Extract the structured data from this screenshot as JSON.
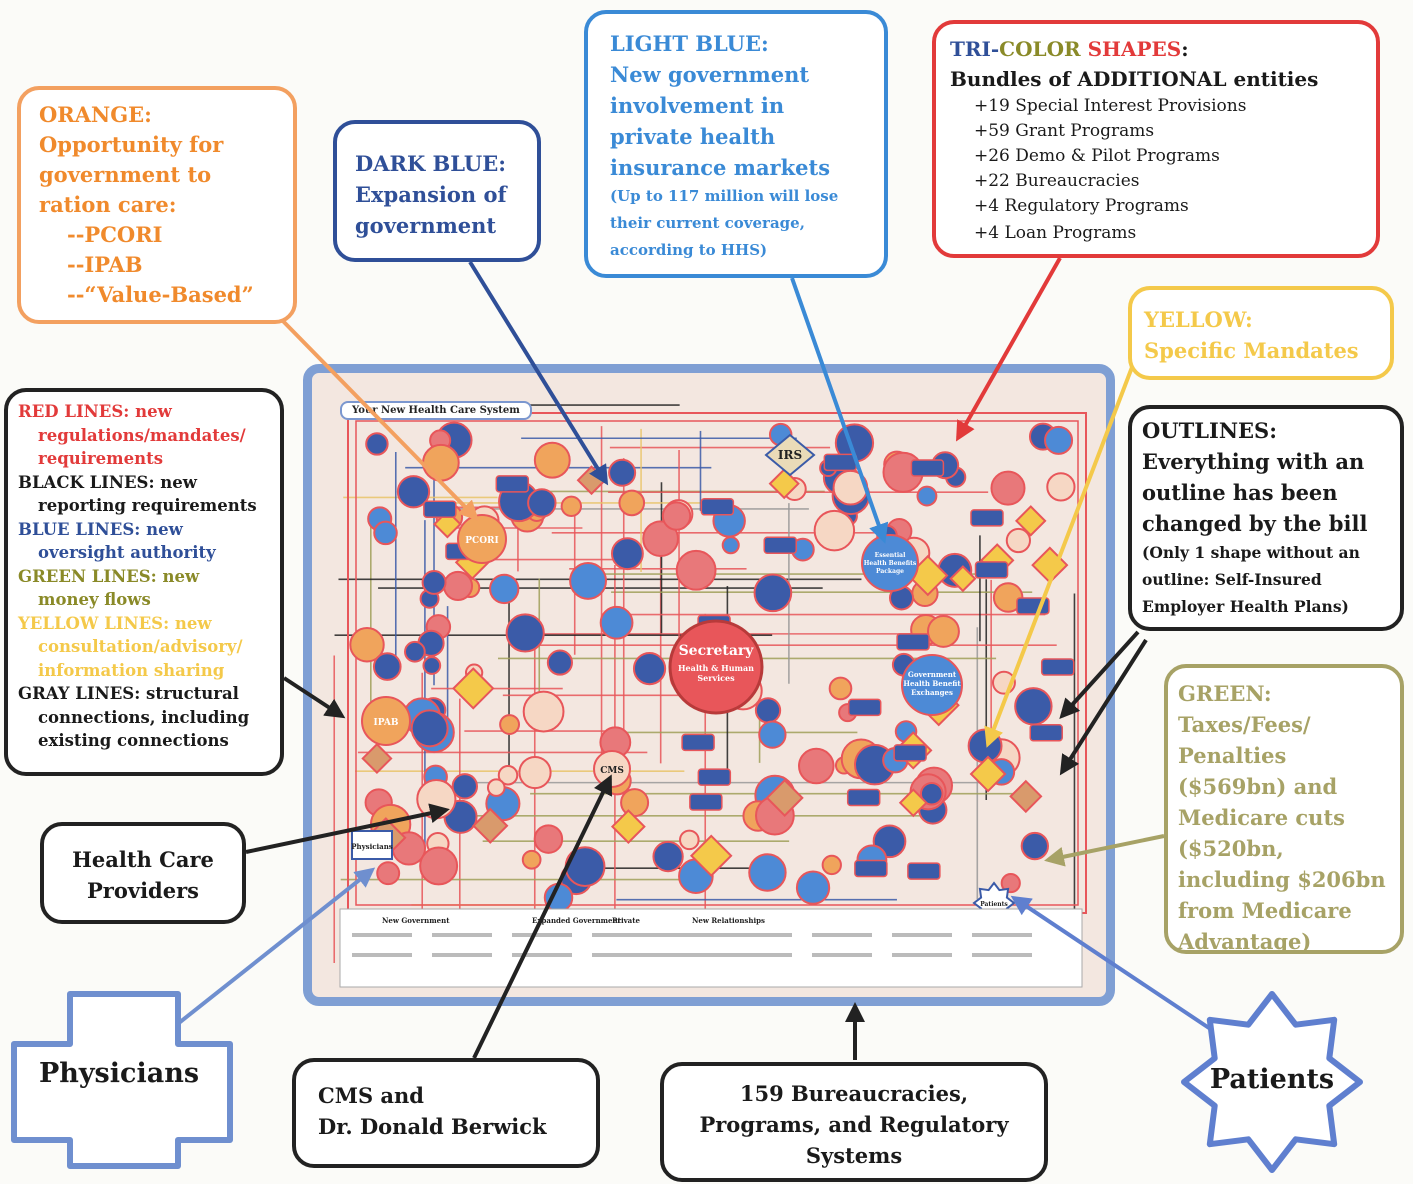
{
  "orange_box": {
    "heading": "ORANGE:",
    "lines": [
      "Opportunity for",
      "government to",
      "ration care:",
      "--PCORI",
      "--IPAB",
      "--“Value-Based”"
    ],
    "color": "#f08a2c"
  },
  "dark_blue_box": {
    "heading": "DARK BLUE:",
    "lines": [
      "Expansion of",
      "government"
    ],
    "color": "#2f4f98"
  },
  "light_blue_box": {
    "heading": "LIGHT BLUE:",
    "lines": [
      "New government",
      "involvement in",
      "private health",
      "insurance markets"
    ],
    "note_lines": [
      "(Up to 117 million will lose",
      "their current coverage,",
      "according to HHS)"
    ],
    "color": "#3a8ad6"
  },
  "tri_color_box": {
    "heading_parts": [
      "TRI-",
      "COLOR ",
      "SHAPES",
      ":"
    ],
    "subheading": "Bundles of ADDITIONAL entities",
    "items": [
      "+19 Special Interest Provisions",
      "+59 Grant Programs",
      "+26 Demo & Pilot Programs",
      "+22 Bureaucracies",
      "+4 Regulatory Programs",
      "+4 Loan Programs"
    ],
    "color": "#e23a3a"
  },
  "yellow_box": {
    "heading": "YELLOW:",
    "lines": [
      "Specific Mandates"
    ],
    "color": "#f4c94a"
  },
  "outlines_box": {
    "heading": "OUTLINES:",
    "lines": [
      "Everything with an",
      "outline has been",
      "changed by the bill"
    ],
    "note_lines": [
      "(Only 1 shape without an",
      "outline: Self-Insured",
      "Employer Health Plans)"
    ]
  },
  "lines_legend": {
    "red": [
      "RED LINES: new",
      "regulations/mandates/",
      "requirements"
    ],
    "black": [
      "BLACK LINES: new",
      "reporting requirements"
    ],
    "blue": [
      "BLUE LINES: new",
      "oversight authority"
    ],
    "green": [
      "GREEN LINES: new",
      "money flows"
    ],
    "yellow": [
      "YELLOW LINES: new",
      "consultation/advisory/",
      "information sharing"
    ],
    "gray": [
      "GRAY LINES: structural",
      "connections, including",
      "existing connections"
    ]
  },
  "green_box": {
    "heading": "GREEN:",
    "lines": [
      "Taxes/Fees/",
      "Penalties",
      "($569bn) and",
      "Medicare cuts",
      "($520bn,",
      "including $206bn",
      "from Medicare",
      "Advantage)"
    ],
    "color": "#a7a266"
  },
  "providers_box": {
    "lines": [
      "Health Care",
      "Providers"
    ]
  },
  "physicians_label": "Physicians",
  "cms_box": {
    "lines": [
      "CMS and",
      "Dr. Donald Berwick"
    ]
  },
  "bureaucracies_box": {
    "lines": [
      "159 Bureaucracies,",
      "Programs, and Regulatory",
      "Systems"
    ]
  },
  "patients_label": "Patients",
  "chart": {
    "title": "Your New Health Care System",
    "center_node": [
      "Secretary",
      "Health & Human",
      "Services"
    ],
    "irs": "IRS",
    "pcori": "PCORI",
    "ipab": "IPAB",
    "cms": "CMS",
    "exchanges": [
      "Government",
      "Health Benefit",
      "Exchanges"
    ],
    "benefits": [
      "Essential",
      "Health Benefits",
      "Package"
    ],
    "physicians": "Physicians",
    "patients": "Patients",
    "legend_headers": [
      "New Government",
      "Expanded Government",
      "Private",
      "New Relationships"
    ]
  }
}
